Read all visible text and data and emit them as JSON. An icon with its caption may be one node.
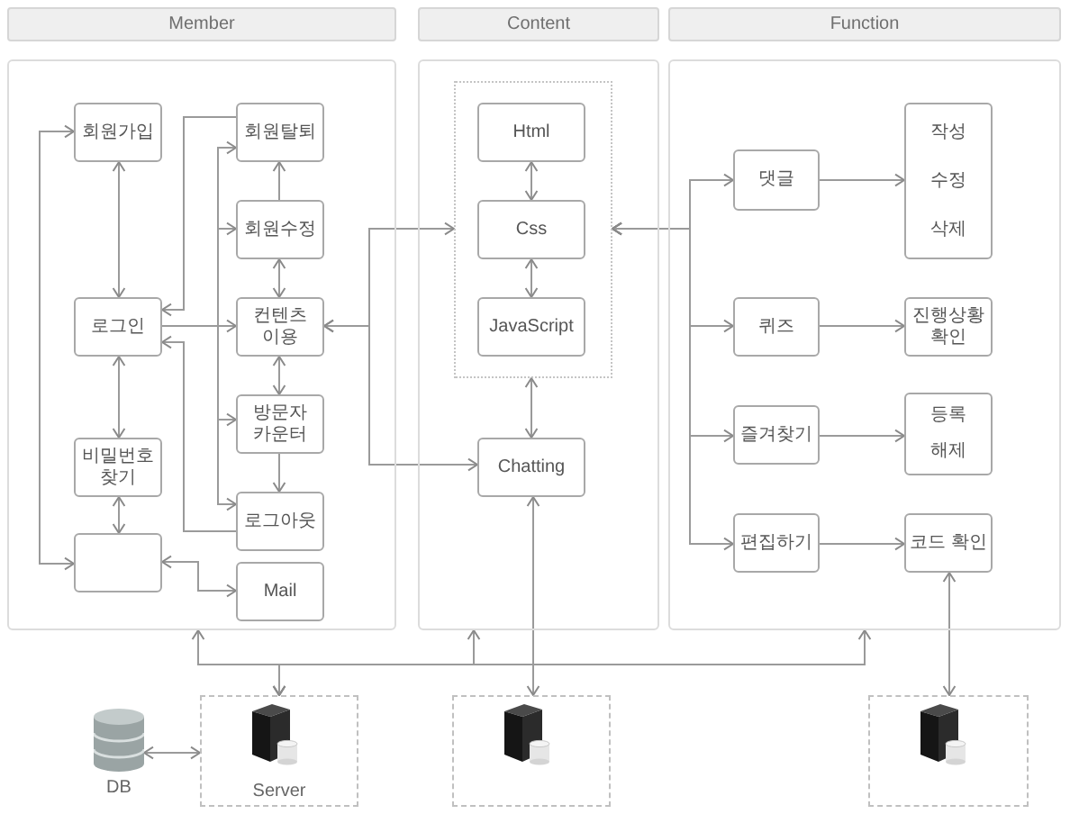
{
  "diagram": {
    "nodes": [
      {
        "text": [
          "Member"
        ]
      },
      {
        "text": [
          "회원가입"
        ],
        "in": 0
      },
      {
        "text": [
          "회원탈퇴"
        ],
        "in": 0
      },
      {
        "text": [
          "회원수정"
        ],
        "in": 0
      },
      {
        "text": [
          "로그인"
        ],
        "in": 0
      },
      {
        "text": [
          "컨텐츠 이용"
        ],
        "in": 0
      },
      {
        "text": [
          "방문자 카운터"
        ],
        "in": 0
      },
      {
        "text": [
          "비밀번호 찾기"
        ],
        "in": 0
      },
      {
        "text": [
          "로그아웃"
        ],
        "in": 0
      },
      {
        "text": [],
        "shape": "box",
        "in": 0
      },
      {
        "text": [
          "Mail"
        ],
        "in": 0
      },
      {
        "text": [
          "Content"
        ]
      },
      {
        "text": [],
        "shape": "box",
        "in": 11
      },
      {
        "text": [
          "Html"
        ],
        "in": 12
      },
      {
        "text": [
          "Css"
        ],
        "in": 12
      },
      {
        "text": [
          "JavaScript"
        ],
        "in": 12
      },
      {
        "text": [
          "Chatting"
        ],
        "in": 11
      },
      {
        "text": [
          "Function"
        ]
      },
      {
        "text": [
          "댓글"
        ],
        "in": 17
      },
      {
        "text": [
          "작성",
          "수정",
          "삭제"
        ],
        "in": 17
      },
      {
        "text": [
          "퀴즈"
        ],
        "in": 17
      },
      {
        "text": [
          "진행상황 확인"
        ],
        "in": 17
      },
      {
        "text": [
          "즐겨찾기"
        ],
        "in": 17
      },
      {
        "text": [
          "등록",
          "해제"
        ],
        "in": 17
      },
      {
        "text": [
          "편집하기"
        ],
        "in": 17
      },
      {
        "text": [
          "코드 확인"
        ],
        "in": 17
      },
      {
        "text": [
          "DB"
        ]
      },
      {
        "text": [
          "Server"
        ]
      },
      {
        "text": [],
        "shape": "box"
      },
      {
        "text": [],
        "shape": "box"
      }
    ],
    "edges": [
      {
        "from": 1,
        "to": 9,
        "arrow": "both"
      },
      {
        "from": 1,
        "to": 4,
        "arrow": "both"
      },
      {
        "from": 4,
        "to": 7,
        "arrow": "both"
      },
      {
        "from": 7,
        "to": 9,
        "arrow": "both"
      },
      {
        "from": 9,
        "to": 10,
        "arrow": "both"
      },
      {
        "from": 2,
        "to": 4,
        "arrow": "to"
      },
      {
        "from": 8,
        "to": 4,
        "arrow": "to"
      },
      {
        "from": 4,
        "to": 5,
        "arrow": "to"
      },
      {
        "from": 4,
        "to": 2,
        "arrow": "to"
      },
      {
        "from": 4,
        "to": 3,
        "arrow": "to"
      },
      {
        "from": 4,
        "to": 6,
        "arrow": "to"
      },
      {
        "from": 4,
        "to": 8,
        "arrow": "to"
      },
      {
        "from": 3,
        "to": 2,
        "arrow": "to"
      },
      {
        "from": 3,
        "to": 5,
        "arrow": "both"
      },
      {
        "from": 5,
        "to": 6,
        "arrow": "both"
      },
      {
        "from": 6,
        "to": 8,
        "arrow": "to"
      },
      {
        "from": 5,
        "to": 12,
        "arrow": "both"
      },
      {
        "from": 5,
        "to": 16,
        "arrow": "both"
      },
      {
        "from": 13,
        "to": 14,
        "arrow": "both"
      },
      {
        "from": 14,
        "to": 15,
        "arrow": "both"
      },
      {
        "from": 12,
        "to": 16,
        "arrow": "both"
      },
      {
        "from": 12,
        "to": 18,
        "arrow": "both"
      },
      {
        "from": 12,
        "to": 20,
        "arrow": "both"
      },
      {
        "from": 12,
        "to": 22,
        "arrow": "both"
      },
      {
        "from": 12,
        "to": 24,
        "arrow": "both"
      },
      {
        "from": 18,
        "to": 19,
        "arrow": "to"
      },
      {
        "from": 20,
        "to": 21,
        "arrow": "to"
      },
      {
        "from": 22,
        "to": 23,
        "arrow": "to"
      },
      {
        "from": 24,
        "to": 25,
        "arrow": "to"
      },
      {
        "from": 16,
        "to": 28,
        "arrow": "both"
      },
      {
        "from": 25,
        "to": 29,
        "arrow": "both"
      },
      {
        "from": 27,
        "to": 0,
        "arrow": "both"
      },
      {
        "from": 27,
        "to": 11,
        "arrow": "both"
      },
      {
        "from": 27,
        "to": 17,
        "arrow": "both"
      },
      {
        "from": 26,
        "to": 27,
        "arrow": "both"
      }
    ]
  }
}
